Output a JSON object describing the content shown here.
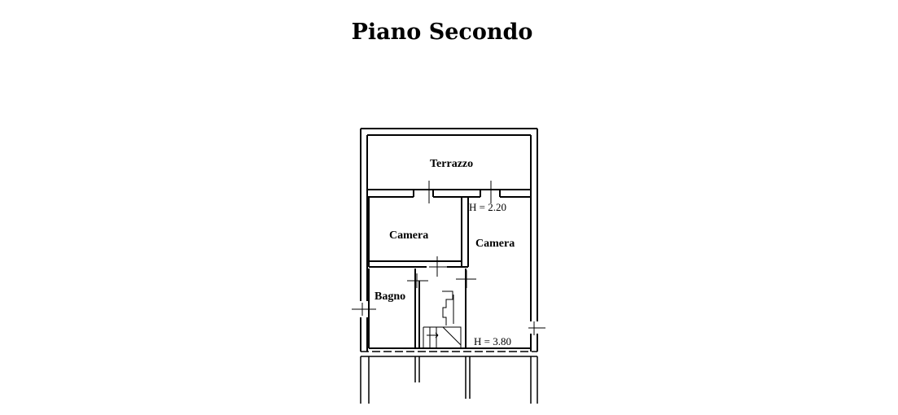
{
  "title": "Piano Secondo",
  "rooms": {
    "terrazzo": "Terrazzo",
    "camera_left": "Camera",
    "camera_right": "Camera",
    "bagno": "Bagno"
  },
  "heights": {
    "top": "H = 2.20",
    "bottom": "H = 3.80"
  },
  "colors": {
    "line": "#000000",
    "background": "#ffffff"
  }
}
